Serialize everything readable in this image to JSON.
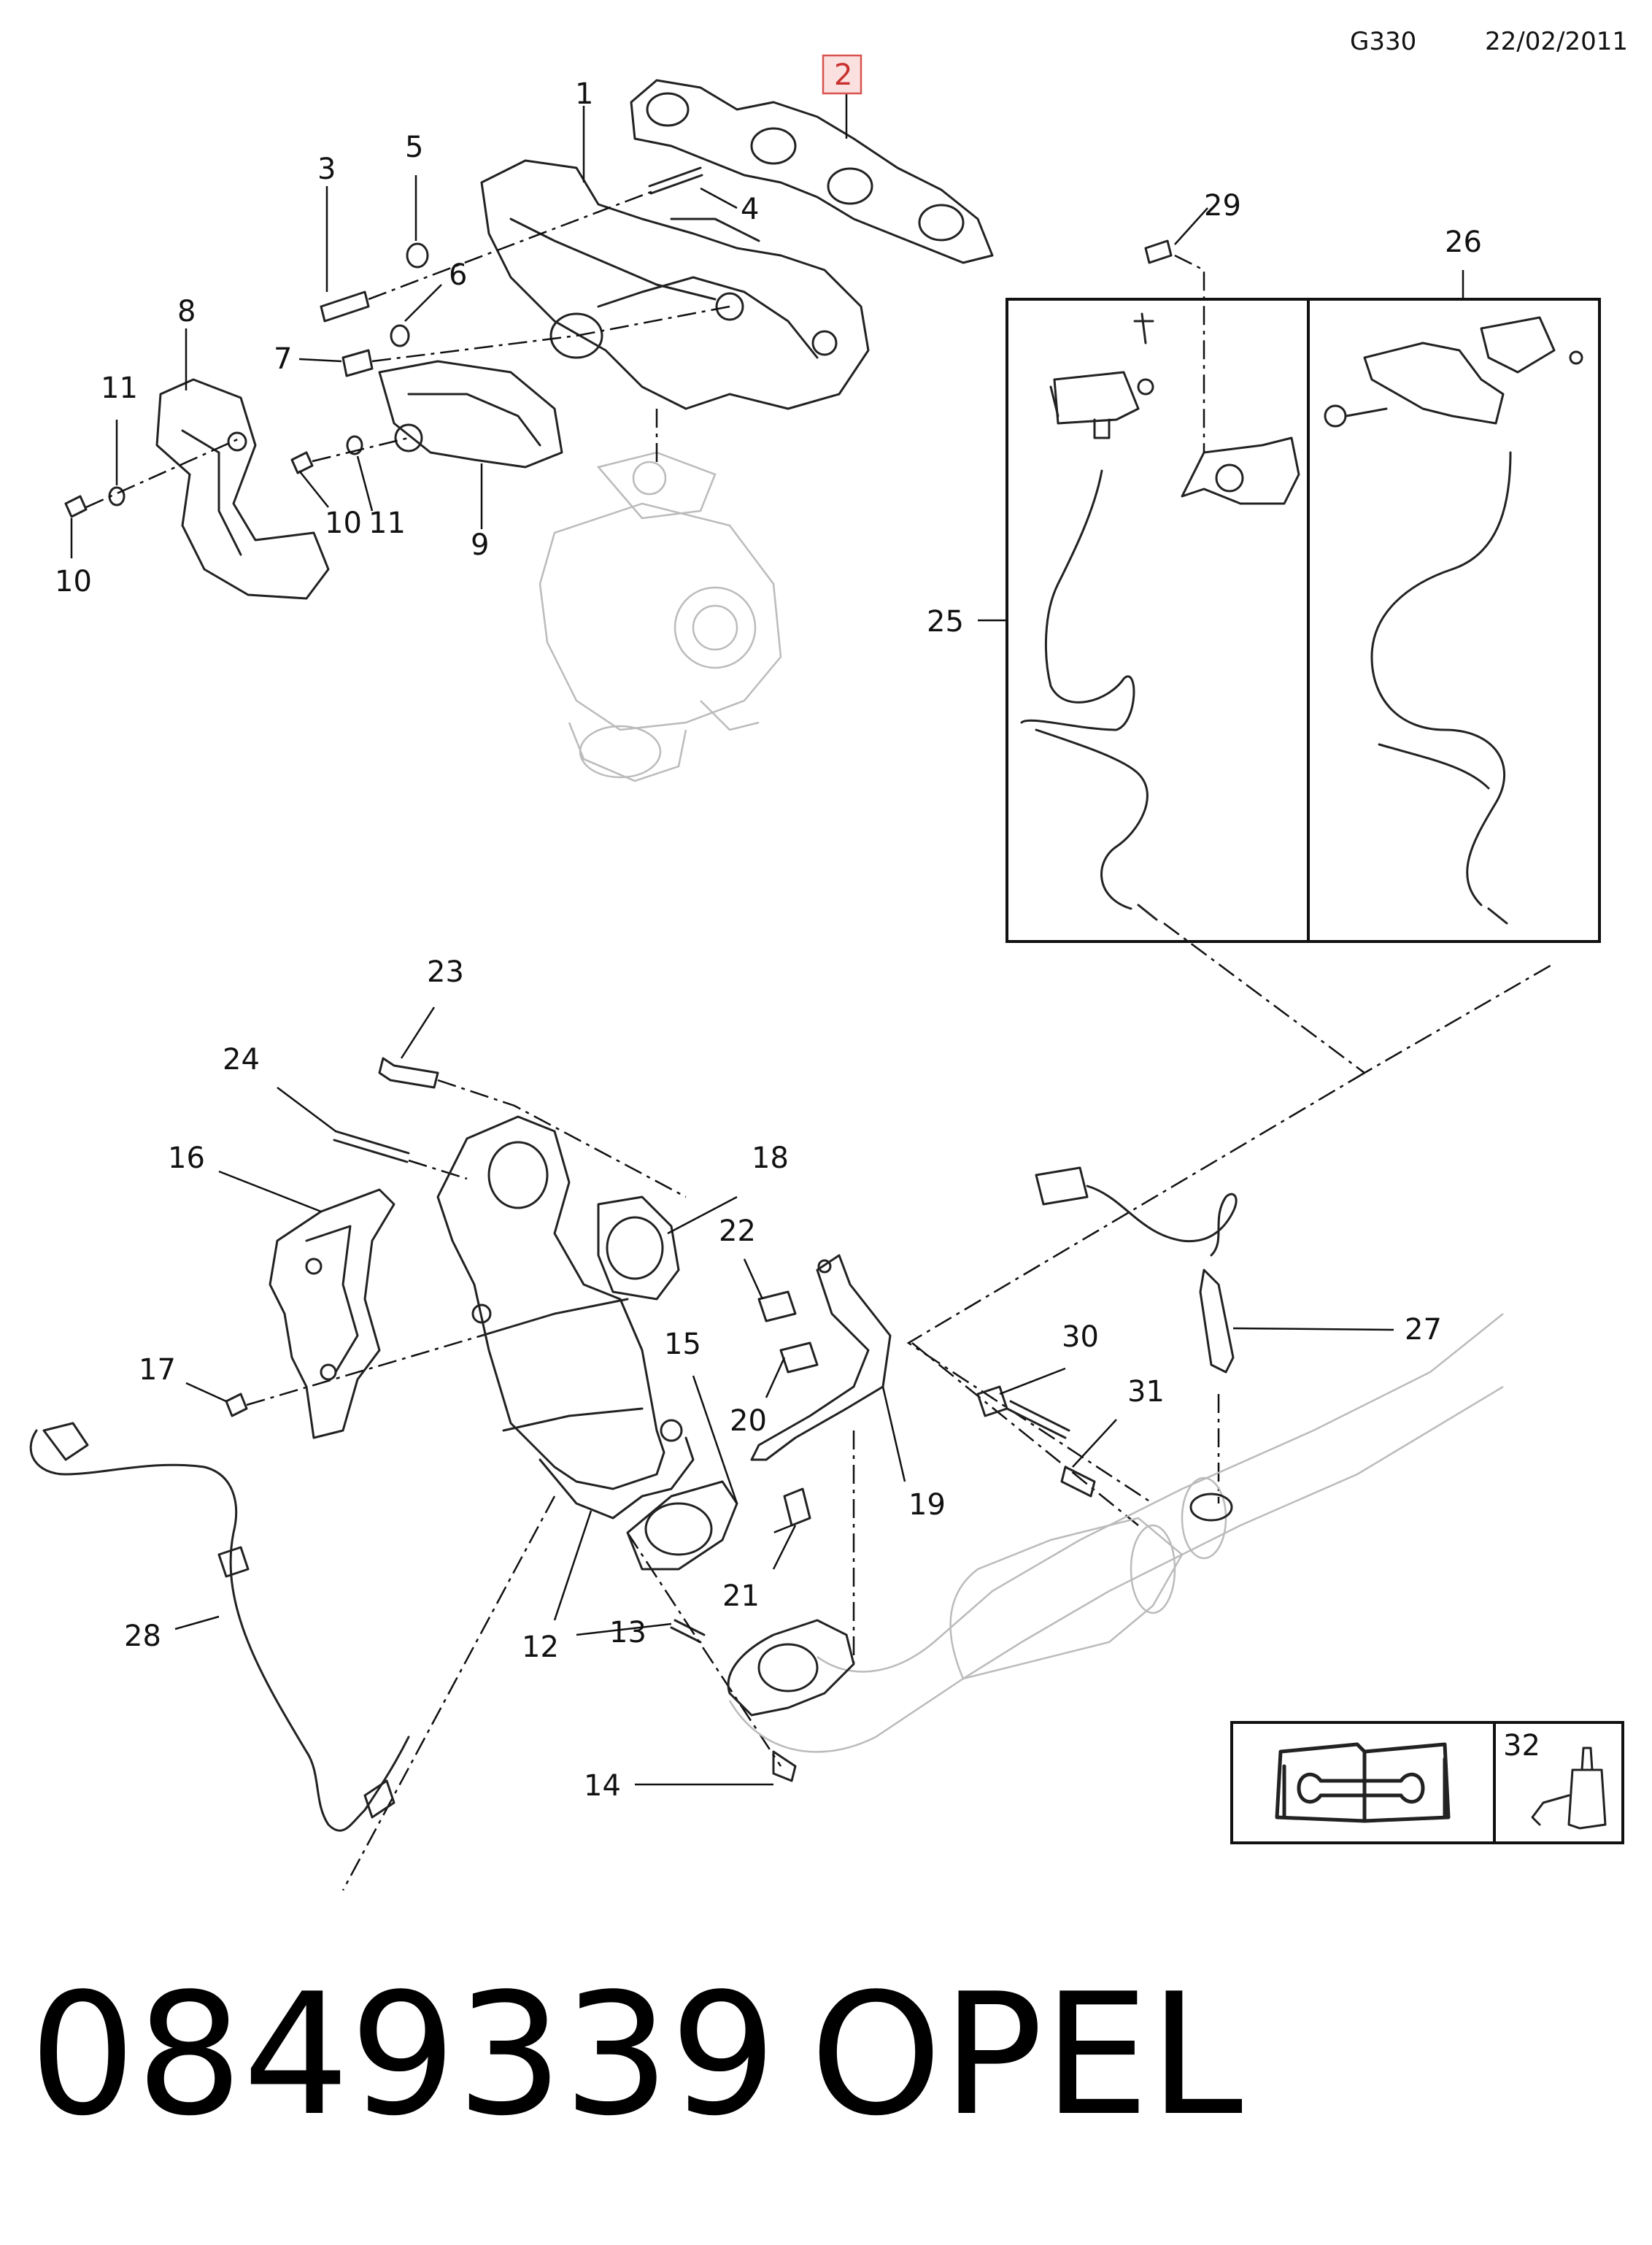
{
  "header": {
    "code": "G330",
    "date": "22/02/2011"
  },
  "footer": {
    "part_number": "0849339",
    "brand": "OPEL"
  },
  "highlight_color": "#d9534f",
  "callouts": [
    "1",
    "2",
    "3",
    "4",
    "5",
    "6",
    "7",
    "8",
    "9",
    "10",
    "10",
    "11",
    "11",
    "12",
    "13",
    "14",
    "15",
    "16",
    "17",
    "18",
    "19",
    "20",
    "21",
    "22",
    "23",
    "24",
    "25",
    "26",
    "27",
    "28",
    "29",
    "30",
    "31",
    "32"
  ],
  "legend": {
    "manual_icon": "open-book-wrench-icon",
    "item_32_icon": "sealant-tube-icon"
  }
}
